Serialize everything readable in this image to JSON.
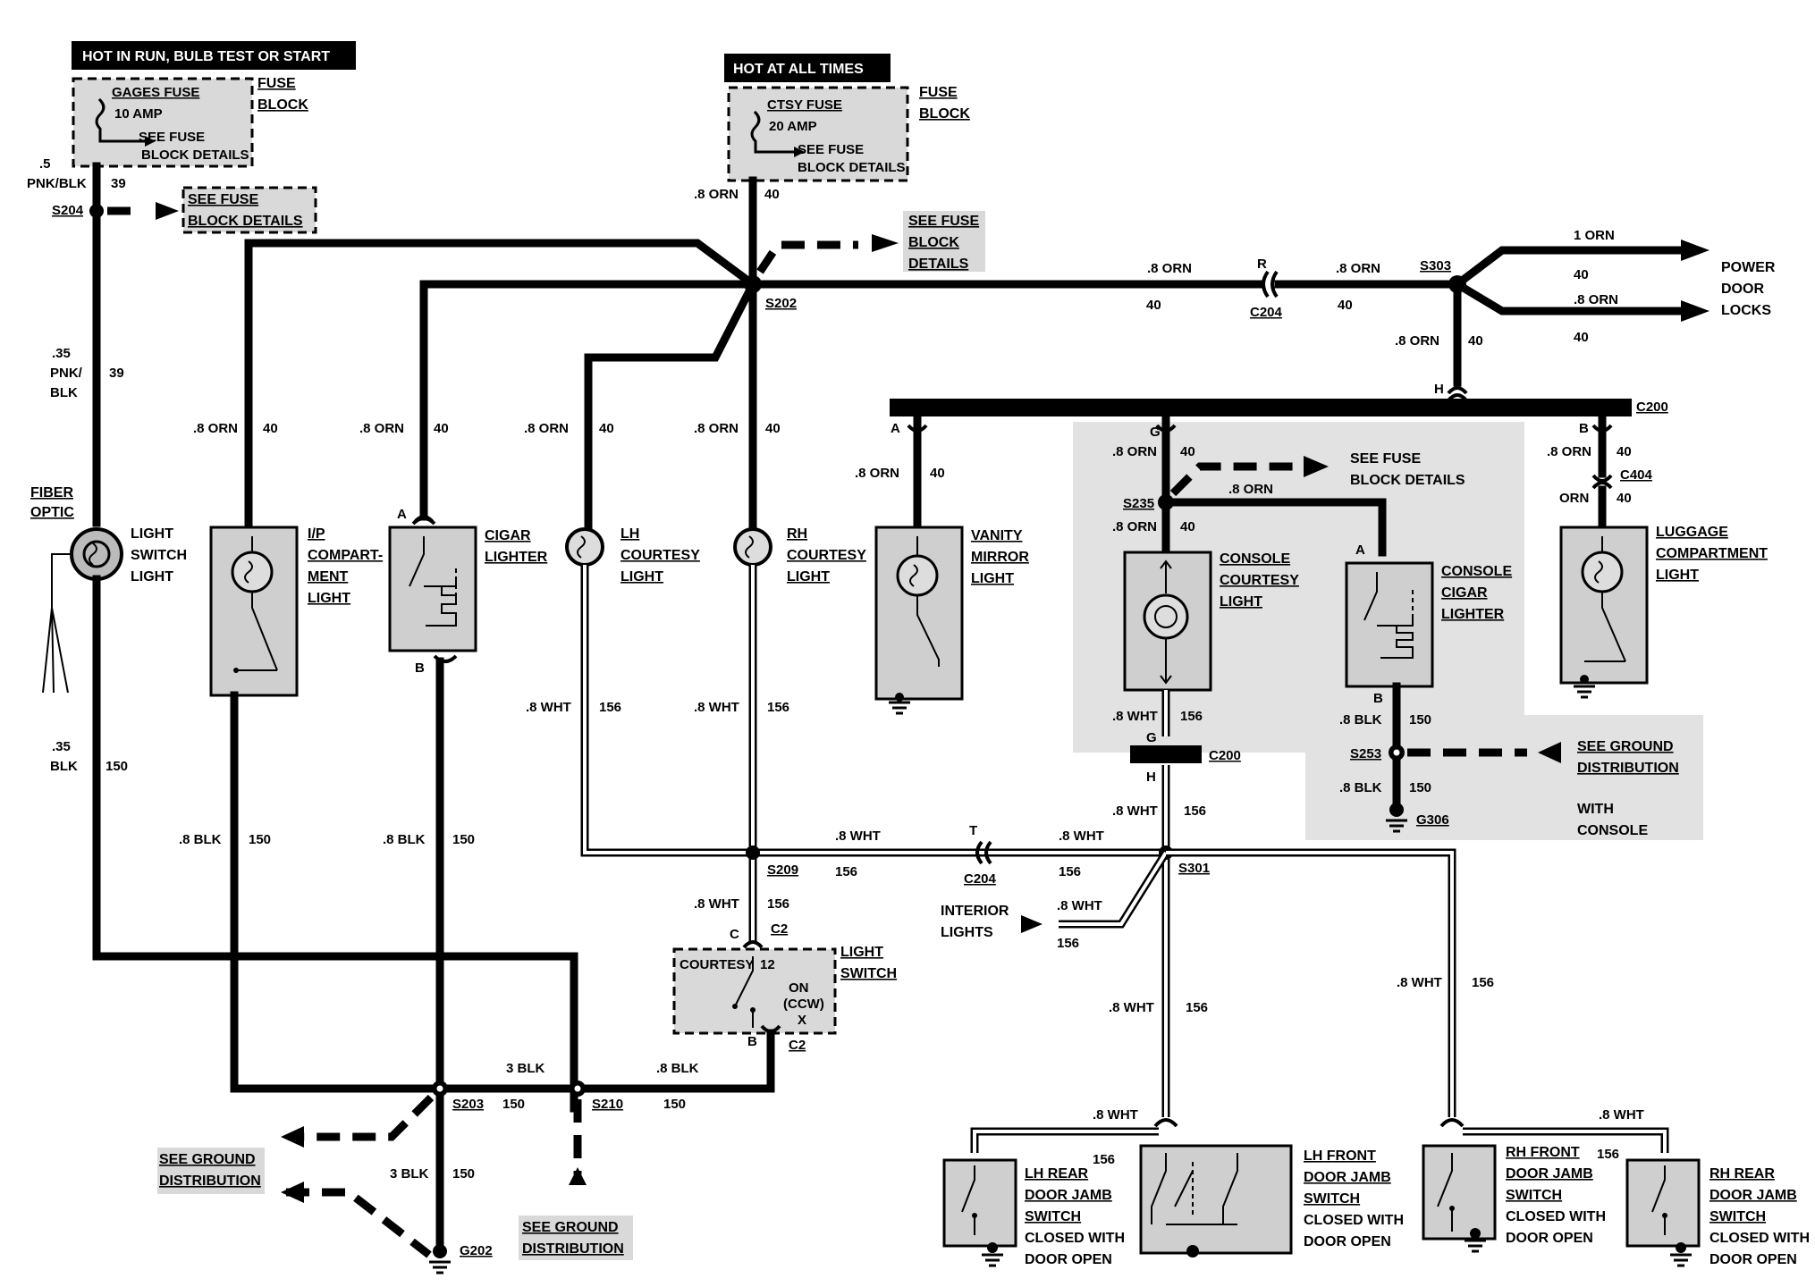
{
  "banners": {
    "hot_in_run": "HOT IN RUN, BULB TEST OR START",
    "hot_at_all_times": "HOT AT ALL TIMES"
  },
  "fuse_blocks": {
    "gages": {
      "name": "GAGES FUSE",
      "rating": "10 AMP",
      "see": "SEE FUSE",
      "see2": "BLOCK DETAILS",
      "block1": "FUSE",
      "block2": "BLOCK"
    },
    "ctsy": {
      "name": "CTSY FUSE",
      "rating": "20 AMP",
      "see": "SEE FUSE",
      "see2": "BLOCK DETAILS",
      "block1": "FUSE",
      "block2": "BLOCK"
    }
  },
  "see_fuse_block_details": {
    "left_1": "SEE FUSE",
    "left_2": "BLOCK DETAILS",
    "top_1": "SEE FUSE",
    "top_2": "BLOCK",
    "top_3": "DETAILS",
    "console_1": "SEE FUSE",
    "console_2": "BLOCK DETAILS"
  },
  "wire_labels": {
    "w1_size": ".5",
    "w1_color": "PNK/BLK",
    "w1_circuit": "39",
    "w2_size": ".35",
    "w2_color1": "PNK/",
    "w2_color2": "BLK",
    "w2_circuit": "39",
    "w3_size": ".35",
    "w3_color": "BLK",
    "w3_circuit": "150",
    "orn8": ".8 ORN",
    "orn1": "1 ORN",
    "orn": "ORN",
    "c40": "40",
    "blk8": ".8 BLK",
    "blk3": "3 BLK",
    "c150": "150",
    "wht8": ".8 WHT",
    "c156": "156"
  },
  "splices": {
    "s204": "S204",
    "s202": "S202",
    "s303": "S303",
    "s235": "S235",
    "s253": "S253",
    "s209": "S209",
    "s301": "S301",
    "s203": "S203",
    "s210": "S210"
  },
  "connectors": {
    "c204": "C204",
    "c200": "C200",
    "c404": "C404",
    "c2": "C2",
    "pin_r": "R",
    "pin_h": "H",
    "pin_g": "G",
    "pin_a": "A",
    "pin_b": "B",
    "pin_c": "C",
    "pin_t": "T"
  },
  "grounds": {
    "g306": "G306",
    "g202": "G202"
  },
  "components": {
    "fiber_optic_1": "FIBER",
    "fiber_optic_2": "OPTIC",
    "light_switch_light": [
      "LIGHT",
      "SWITCH",
      "LIGHT"
    ],
    "ip_compartment_light": [
      "I/P",
      "COMPART-",
      "MENT",
      "LIGHT"
    ],
    "cigar_lighter": [
      "CIGAR",
      "LIGHTER"
    ],
    "lh_courtesy_light": [
      "LH",
      "COURTESY",
      "LIGHT"
    ],
    "rh_courtesy_light": [
      "RH",
      "COURTESY",
      "LIGHT"
    ],
    "vanity_mirror_light": [
      "VANITY",
      "MIRROR",
      "LIGHT"
    ],
    "console_courtesy_light": [
      "CONSOLE",
      "COURTESY",
      "LIGHT"
    ],
    "console_cigar_lighter": [
      "CONSOLE",
      "CIGAR",
      "LIGHTER"
    ],
    "luggage_compartment_light": [
      "LUGGAGE",
      "COMPARTMENT",
      "LIGHT"
    ],
    "light_switch": [
      "LIGHT",
      "SWITCH"
    ],
    "light_switch_courtesy": "COURTESY",
    "light_switch_pin": "12",
    "light_switch_on": "ON",
    "light_switch_ccw": "(CCW)",
    "light_switch_x": "X",
    "power_door_locks": [
      "POWER",
      "DOOR",
      "LOCKS"
    ],
    "interior_lights": [
      "INTERIOR",
      "LIGHTS"
    ],
    "lh_rear_door_jamb_switch": [
      "LH REAR",
      "DOOR JAMB",
      "SWITCH",
      "CLOSED WITH",
      "DOOR OPEN"
    ],
    "lh_front_door_jamb_switch": [
      "LH FRONT",
      "DOOR JAMB",
      "SWITCH",
      "CLOSED WITH",
      "DOOR OPEN"
    ],
    "rh_front_door_jamb_switch": [
      "RH FRONT",
      "DOOR JAMB",
      "SWITCH",
      "CLOSED WITH",
      "DOOR OPEN"
    ],
    "rh_rear_door_jamb_switch": [
      "RH REAR",
      "DOOR JAMB",
      "SWITCH",
      "CLOSED WITH",
      "DOOR OPEN"
    ]
  },
  "see_ground_distribution": {
    "right_1": "SEE GROUND",
    "right_2": "DISTRIBUTION",
    "with_console_1": "WITH",
    "with_console_2": "CONSOLE",
    "left_1": "SEE GROUND",
    "left_2": "DISTRIBUTION",
    "bottom_1": "SEE GROUND",
    "bottom_2": "DISTRIBUTION"
  }
}
